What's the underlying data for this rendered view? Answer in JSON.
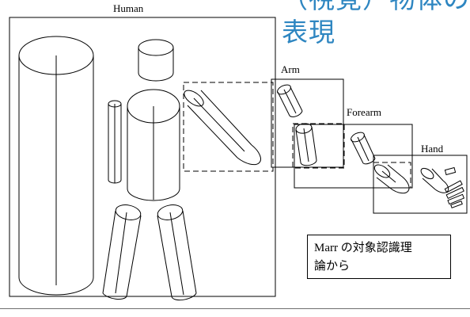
{
  "slide": {
    "title_lines": [
      "（視覚）物体の",
      "表現"
    ],
    "accent_color": "#2e86c1"
  },
  "diagram": {
    "human_label": "Human",
    "arm_label": "Arm",
    "forearm_label": "Forearm",
    "hand_label": "Hand"
  },
  "note": {
    "line1": "Marr の対象認識理",
    "line2": "論から"
  }
}
